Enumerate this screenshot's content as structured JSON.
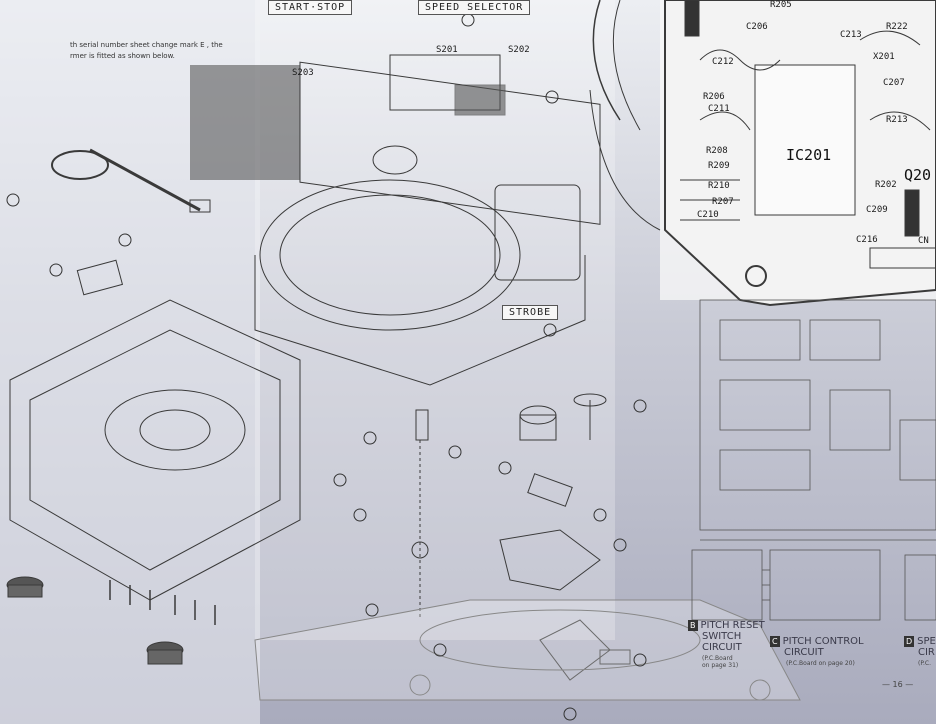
{
  "labels": {
    "start_stop": "START·STOP",
    "speed_selector": "SPEED SELECTOR",
    "strobe": "STROBE",
    "s201": "S201",
    "s202": "S202",
    "s203": "S203"
  },
  "scan_note": {
    "line1": "th serial number sheet change mark  E , the",
    "line2": "rmer is fitted as shown below."
  },
  "pcb": {
    "ic": "IC201",
    "transistor": "Q20",
    "components": [
      "R205",
      "C206",
      "C213",
      "R222",
      "C212",
      "X201",
      "C207",
      "R206",
      "C211",
      "R213",
      "R208",
      "R209",
      "R210",
      "R207",
      "C210",
      "R202",
      "C209",
      "C216",
      "CN"
    ]
  },
  "circuits": [
    {
      "badge": "B",
      "title": "PITCH RESET",
      "line2": "SWITCH",
      "line3": "CIRCUIT",
      "note": "(P.C.Board",
      "note2": "on page 31)"
    },
    {
      "badge": "C",
      "title": "PITCH CONTROL",
      "line2": "CIRCUIT",
      "note": "(P.C.Board on page 20)"
    },
    {
      "badge": "D",
      "title": "SPE",
      "line2": "CIR",
      "note": "(P.C."
    }
  ],
  "page_number": "— 16 —",
  "colors": {
    "ink": "#2a2a2a",
    "bg_top": "#eceef2",
    "bg_bottom": "#a9abbd"
  }
}
